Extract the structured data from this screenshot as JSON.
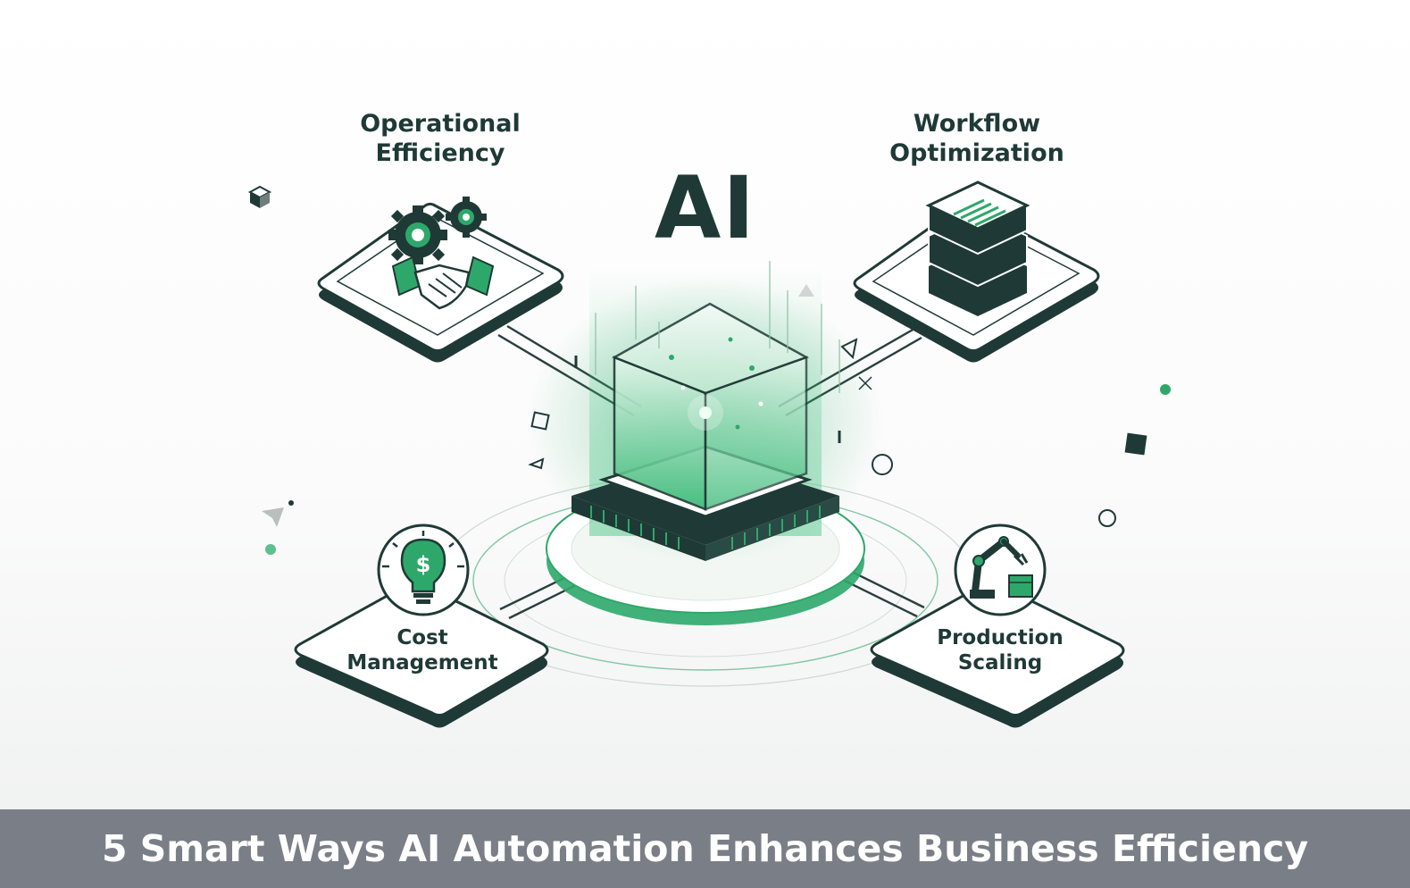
{
  "diagram": {
    "center_label": "AI",
    "nodes": [
      {
        "id": "operational",
        "lines": [
          "Operational",
          "Efficiency"
        ]
      },
      {
        "id": "workflow",
        "lines": [
          "Workflow",
          "Optimization"
        ]
      },
      {
        "id": "cost",
        "lines": [
          "Cost",
          "Management"
        ]
      },
      {
        "id": "production",
        "lines": [
          "Production",
          "Scaling"
        ]
      }
    ],
    "icons": [
      "gears-handshake-icon",
      "server-stack-icon",
      "lightbulb-dollar-icon",
      "robot-arm-icon",
      "processor-chip-icon"
    ]
  },
  "banner": {
    "title": "5 Smart Ways AI Automation Enhances Business Efficiency"
  },
  "colors": {
    "primary_dark": "#1f3a36",
    "accent_green": "#2ea86a",
    "banner_bg": "#7a7f87"
  }
}
